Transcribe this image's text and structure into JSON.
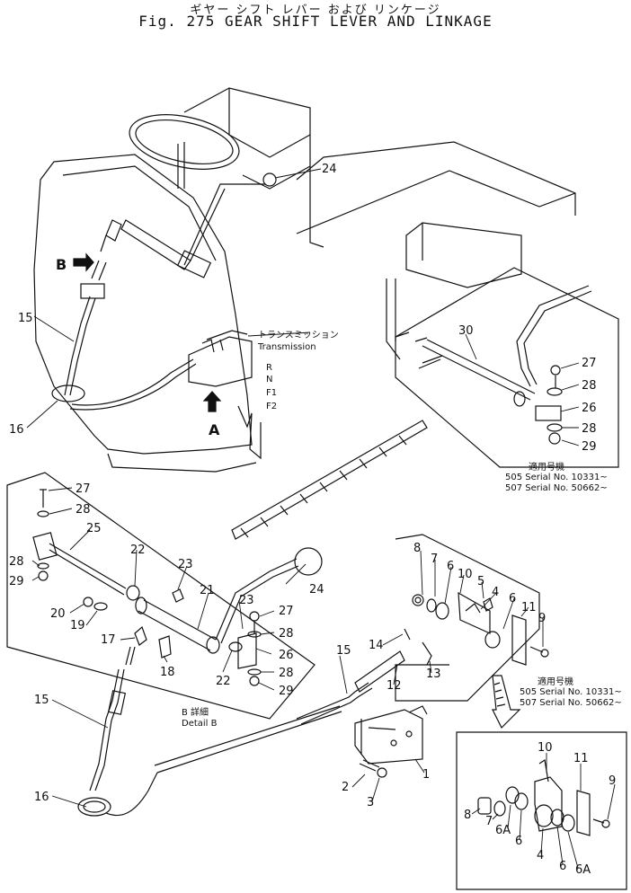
{
  "title": {
    "japanese": "ギヤー シフト レバー および リンケージ",
    "english": "Fig. 275 GEAR SHIFT LEVER AND LINKAGE"
  },
  "transmission_label": {
    "jp": "トランスミッション",
    "en": "Transmission"
  },
  "gear_positions": [
    "R",
    "N",
    "F1",
    "F2"
  ],
  "view_markers": {
    "a": "A",
    "b": "B"
  },
  "detail_b": {
    "jp": "B 詳細",
    "en": "Detail B"
  },
  "serial_notes": {
    "upper": {
      "jp": "適用号機",
      "line1": "505 Serial No. 10331~",
      "line2": "507 Serial No. 50662~"
    },
    "lower": {
      "jp": "適用号機",
      "line1": "505 Serial No. 10331~",
      "line2": "507 Serial No. 50662~"
    }
  },
  "callouts": {
    "c24a": "24",
    "c15a": "15",
    "c16a": "16",
    "c30": "30",
    "c27a": "27",
    "c28a": "28",
    "c26a": "26",
    "c28b": "28",
    "c29a": "29",
    "c27b": "27",
    "c28c": "28",
    "c25": "25",
    "c22a": "22",
    "c23a": "23",
    "c28d": "28",
    "c29b": "29",
    "c21": "21",
    "c24b": "24",
    "c20": "20",
    "c19": "19",
    "c17": "17",
    "c18": "18",
    "c23b": "23",
    "c27c": "27",
    "c28e": "28",
    "c26b": "26",
    "c22b": "22",
    "c28f": "28",
    "c29c": "29",
    "c8a": "8",
    "c7a": "7",
    "c6a": "6",
    "c10a": "10",
    "c5": "5",
    "c4a": "4",
    "c6b": "6",
    "c11a": "11",
    "c9a": "9",
    "c14": "14",
    "c12": "12",
    "c13": "13",
    "c15b": "15",
    "c15c": "15",
    "c16b": "16",
    "c1": "1",
    "c2": "2",
    "c3": "3",
    "c10b": "10",
    "c11b": "11",
    "c9b": "9",
    "c8b": "8",
    "c7b": "7",
    "c6Aa": "6A",
    "c6c": "6",
    "c4b": "4",
    "c6d": "6",
    "c6Ab": "6A"
  }
}
